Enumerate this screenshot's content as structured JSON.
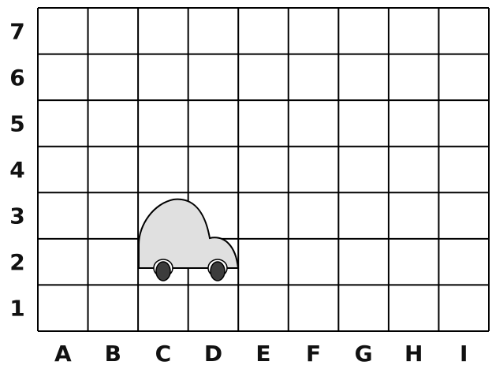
{
  "grid": {
    "columns": [
      "A",
      "B",
      "C",
      "D",
      "E",
      "F",
      "G",
      "H",
      "I"
    ],
    "rows": [
      "7",
      "6",
      "5",
      "4",
      "3",
      "2",
      "1"
    ],
    "line_color": "#000000"
  },
  "car": {
    "icon": "car-icon",
    "body_color": "#e0e0e0",
    "wheel_color": "#3c3c3c",
    "outline_color": "#000000"
  }
}
